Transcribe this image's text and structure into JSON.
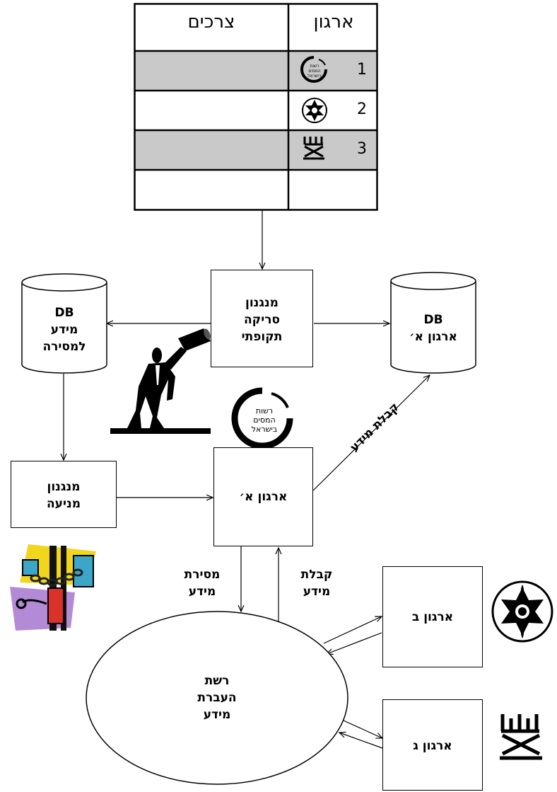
{
  "table": {
    "header_org": "ארגון",
    "header_needs": "צרכים",
    "rows": [
      {
        "number": "1",
        "logo": "tax-authority-logo-icon",
        "shaded": true
      },
      {
        "number": "2",
        "logo": "police-star-icon",
        "shaded": false
      },
      {
        "number": "3",
        "logo": "menorah-emblem-icon",
        "shaded": true
      },
      {
        "number": "",
        "logo": "",
        "shaded": false
      }
    ],
    "shade_color": "#c9c9c9"
  },
  "nodes": {
    "scan_mechanism": [
      "מנגנון",
      "סריקה",
      "תקופתי"
    ],
    "db_left": [
      "DB",
      "מידע",
      "למסירה"
    ],
    "db_right": [
      "DB",
      "ארגון א׳"
    ],
    "prevent_mechanism": [
      "מנגנון",
      "מניעה"
    ],
    "org_a": "ארגון א׳",
    "org_b": "ארגון ב",
    "org_c": "ארגון ג",
    "network": [
      "רשת",
      "העברת",
      "מידע"
    ]
  },
  "edges": {
    "receive_info_diagonal": "קבלת מידע",
    "transfer_info": [
      "מסירת",
      "מידע"
    ],
    "receive_info": [
      "קבלת",
      "מידע"
    ]
  },
  "logos": {
    "tax_authority": [
      "רשות",
      "המסים",
      "בישראל"
    ]
  },
  "icons": {
    "binoculars_man": "man-with-binoculars-icon",
    "chained_door": "chained-door-icon",
    "police_star": "police-star-icon",
    "menorah": "menorah-emblem-icon"
  }
}
